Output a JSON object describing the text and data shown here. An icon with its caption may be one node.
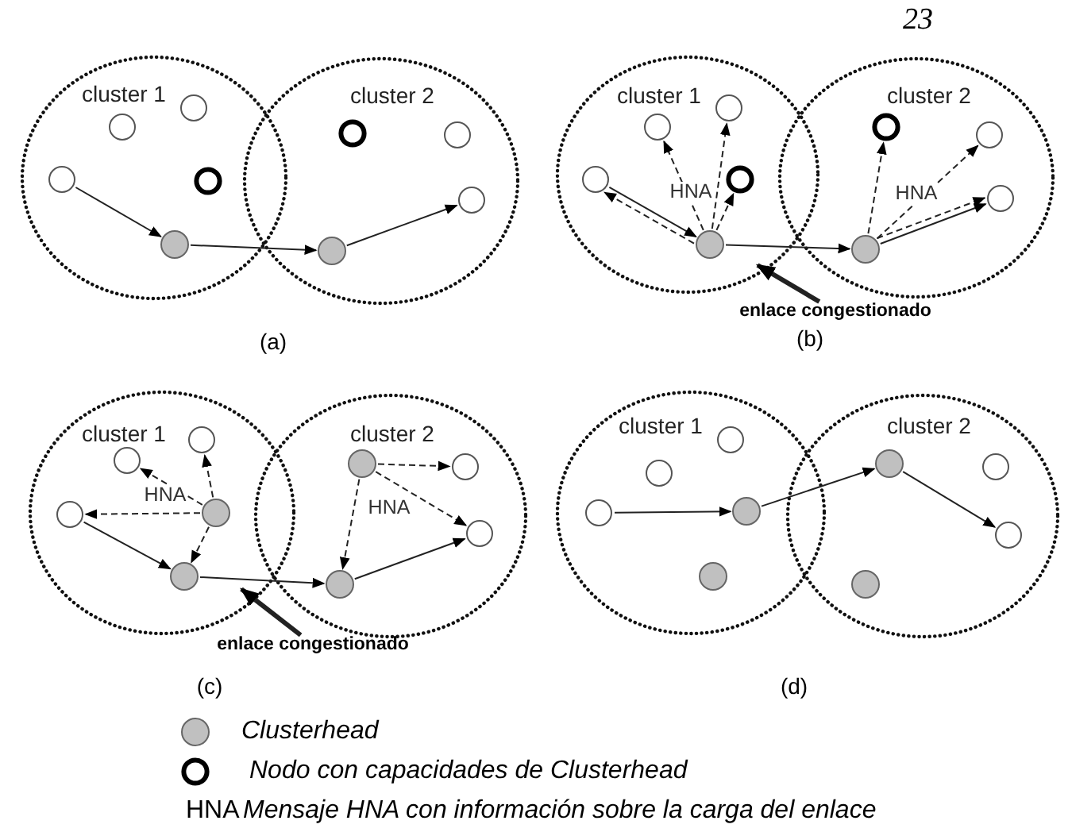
{
  "diagram": {
    "nodes": [
      {
        "text": [
          "cluster 1"
        ]
      },
      {
        "text": [],
        "shape": "circle",
        "in": 0
      },
      {
        "text": [],
        "shape": "circle",
        "in": 0
      },
      {
        "text": [],
        "shape": "circle",
        "in": 0
      },
      {
        "text": [],
        "shape": "circle",
        "in": 0
      },
      {
        "text": [],
        "shape": "circle",
        "in": 0
      },
      {
        "text": [
          "cluster 2"
        ]
      },
      {
        "text": [],
        "shape": "circle",
        "in": 6
      },
      {
        "text": [],
        "shape": "circle",
        "in": 6
      },
      {
        "text": [],
        "shape": "circle",
        "in": 6
      },
      {
        "text": [],
        "shape": "circle",
        "in": 6
      },
      {
        "text": [
          "cluster 1"
        ]
      },
      {
        "text": [],
        "shape": "circle",
        "in": 11
      },
      {
        "text": [],
        "shape": "circle",
        "in": 11
      },
      {
        "text": [],
        "shape": "circle",
        "in": 11
      },
      {
        "text": [],
        "shape": "circle",
        "in": 11
      },
      {
        "text": [],
        "shape": "circle",
        "in": 11
      },
      {
        "text": [
          "cluster 2"
        ]
      },
      {
        "text": [],
        "shape": "circle",
        "in": 17
      },
      {
        "text": [],
        "shape": "circle",
        "in": 17
      },
      {
        "text": [],
        "shape": "circle",
        "in": 17
      },
      {
        "text": [],
        "shape": "circle",
        "in": 17
      },
      {
        "text": [
          "enlace congestionado"
        ]
      },
      {
        "text": [
          "cluster 1"
        ]
      },
      {
        "text": [],
        "shape": "circle",
        "in": 23
      },
      {
        "text": [],
        "shape": "circle",
        "in": 23
      },
      {
        "text": [],
        "shape": "circle",
        "in": 23
      },
      {
        "text": [],
        "shape": "circle",
        "in": 23
      },
      {
        "text": [],
        "shape": "circle",
        "in": 23
      },
      {
        "text": [
          "cluster 2"
        ]
      },
      {
        "text": [],
        "shape": "circle",
        "in": 29
      },
      {
        "text": [],
        "shape": "circle",
        "in": 29
      },
      {
        "text": [],
        "shape": "circle",
        "in": 29
      },
      {
        "text": [],
        "shape": "circle",
        "in": 29
      },
      {
        "text": [
          "enlace congestionado"
        ]
      },
      {
        "text": [
          "cluster 1"
        ]
      },
      {
        "text": [],
        "shape": "circle",
        "in": 35
      },
      {
        "text": [],
        "shape": "circle",
        "in": 35
      },
      {
        "text": [],
        "shape": "circle",
        "in": 35
      },
      {
        "text": [],
        "shape": "circle",
        "in": 35
      },
      {
        "text": [],
        "shape": "circle",
        "in": 35
      },
      {
        "text": [
          "cluster 2"
        ]
      },
      {
        "text": [],
        "shape": "circle",
        "in": 41
      },
      {
        "text": [],
        "shape": "circle",
        "in": 41
      },
      {
        "text": [],
        "shape": "circle",
        "in": 41
      },
      {
        "text": [],
        "shape": "circle",
        "in": 41
      }
    ],
    "edges": [
      {
        "from": 3,
        "to": 5,
        "arrow": "to"
      },
      {
        "from": 5,
        "to": 9,
        "arrow": "to"
      },
      {
        "from": 9,
        "to": 10,
        "arrow": "to"
      },
      {
        "from": 14,
        "to": 16,
        "arrow": "to"
      },
      {
        "from": 16,
        "to": 20,
        "arrow": "to"
      },
      {
        "from": 20,
        "to": 21,
        "arrow": "to"
      },
      {
        "from": 16,
        "to": 14,
        "arrow": "to",
        "style": "dashed"
      },
      {
        "from": 16,
        "to": 12,
        "arrow": "to",
        "style": "dashed"
      },
      {
        "from": 16,
        "to": 13,
        "arrow": "to",
        "style": "dashed"
      },
      {
        "from": 16,
        "to": 15,
        "arrow": "to",
        "style": "dashed"
      },
      {
        "from": 20,
        "to": 18,
        "arrow": "to",
        "style": "dashed"
      },
      {
        "from": 20,
        "to": 19,
        "arrow": "to",
        "style": "dashed"
      },
      {
        "from": 20,
        "to": 21,
        "arrow": "to",
        "style": "dashed"
      },
      {
        "from": 22,
        "to": null,
        "arrow": "to",
        "style": "thick"
      },
      {
        "from": 26,
        "to": 28,
        "arrow": "to"
      },
      {
        "from": 28,
        "to": 33,
        "arrow": "to"
      },
      {
        "from": 33,
        "to": 32,
        "arrow": "to"
      },
      {
        "from": 27,
        "to": 25,
        "arrow": "to",
        "style": "dashed"
      },
      {
        "from": 27,
        "to": 24,
        "arrow": "to",
        "style": "dashed"
      },
      {
        "from": 27,
        "to": 26,
        "arrow": "to",
        "style": "dashed"
      },
      {
        "from": 27,
        "to": 28,
        "arrow": "to",
        "style": "dashed"
      },
      {
        "from": 30,
        "to": 31,
        "arrow": "to",
        "style": "dashed"
      },
      {
        "from": 30,
        "to": 32,
        "arrow": "to",
        "style": "dashed"
      },
      {
        "from": 30,
        "to": 33,
        "arrow": "to",
        "style": "dashed"
      },
      {
        "from": 34,
        "to": null,
        "arrow": "to",
        "style": "thick"
      },
      {
        "from": 38,
        "to": 39,
        "arrow": "to"
      },
      {
        "from": 39,
        "to": 42,
        "arrow": "to"
      },
      {
        "from": 42,
        "to": 44,
        "arrow": "to"
      }
    ],
    "labels": [
      "23",
      "HNA",
      "HNA",
      "(a)",
      "(b)",
      "HNA",
      "HNA",
      "(c)",
      "(d)",
      "HNA"
    ],
    "legend": [
      {
        "text": "Clusterhead",
        "color": "#c0c0c0"
      },
      {
        "text": "Nodo con capacidades de Clusterhead"
      },
      {
        "text": "Mensaje HNA con información sobre la carga del enlace"
      }
    ]
  }
}
